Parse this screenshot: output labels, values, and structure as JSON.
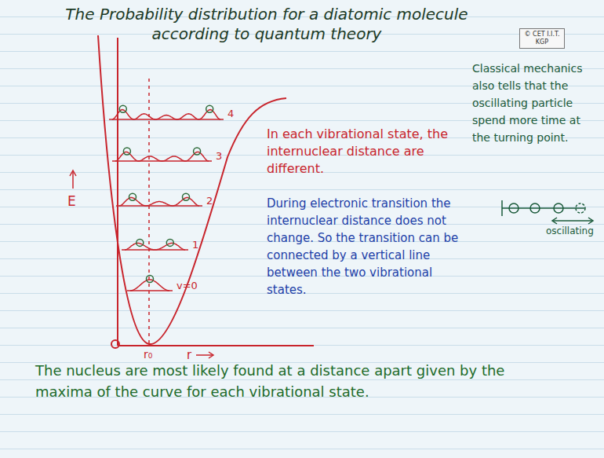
{
  "diagram": {
    "title": "The Probability distribution for a diatomic molecule according to quantum theory",
    "nodes": [
      {
        "text": [
          "© CET I.I.T. KGP"
        ]
      }
    ],
    "labels": [
      "In each vibrational state, the internuclear distance are different.",
      "During electronic transition the internuclear distance does not change. So the transition can be connected by a vertical line between the two vibrational states.",
      "Classical mechanics also tells that the oscillating particle spend more time at the turning point.",
      "oscillating",
      "The nucleus are most likely found at a distance apart given by the maxima of the curve for each vibrational state.",
      "E",
      "4",
      "3",
      "2",
      "1",
      "v=0",
      "r₀",
      "r"
    ]
  }
}
